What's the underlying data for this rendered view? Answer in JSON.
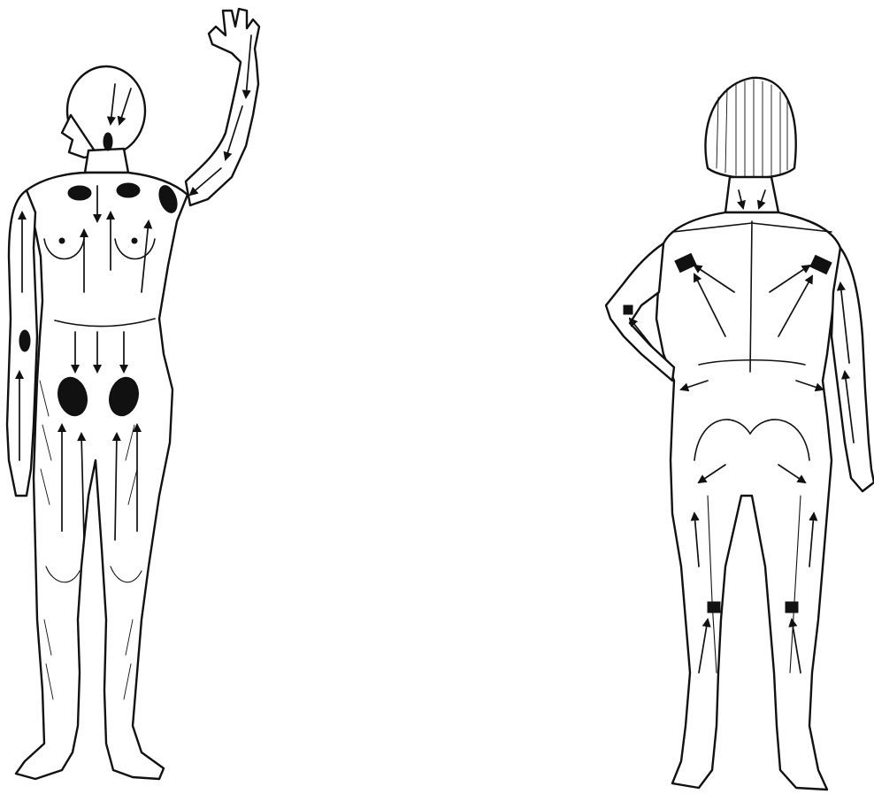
{
  "figures": [
    {
      "id": "front",
      "view": "anterior",
      "description_visible_text": ""
    },
    {
      "id": "back",
      "view": "posterior",
      "description_visible_text": ""
    }
  ],
  "colors": {
    "ink": "#111111",
    "paper": "#ffffff"
  }
}
